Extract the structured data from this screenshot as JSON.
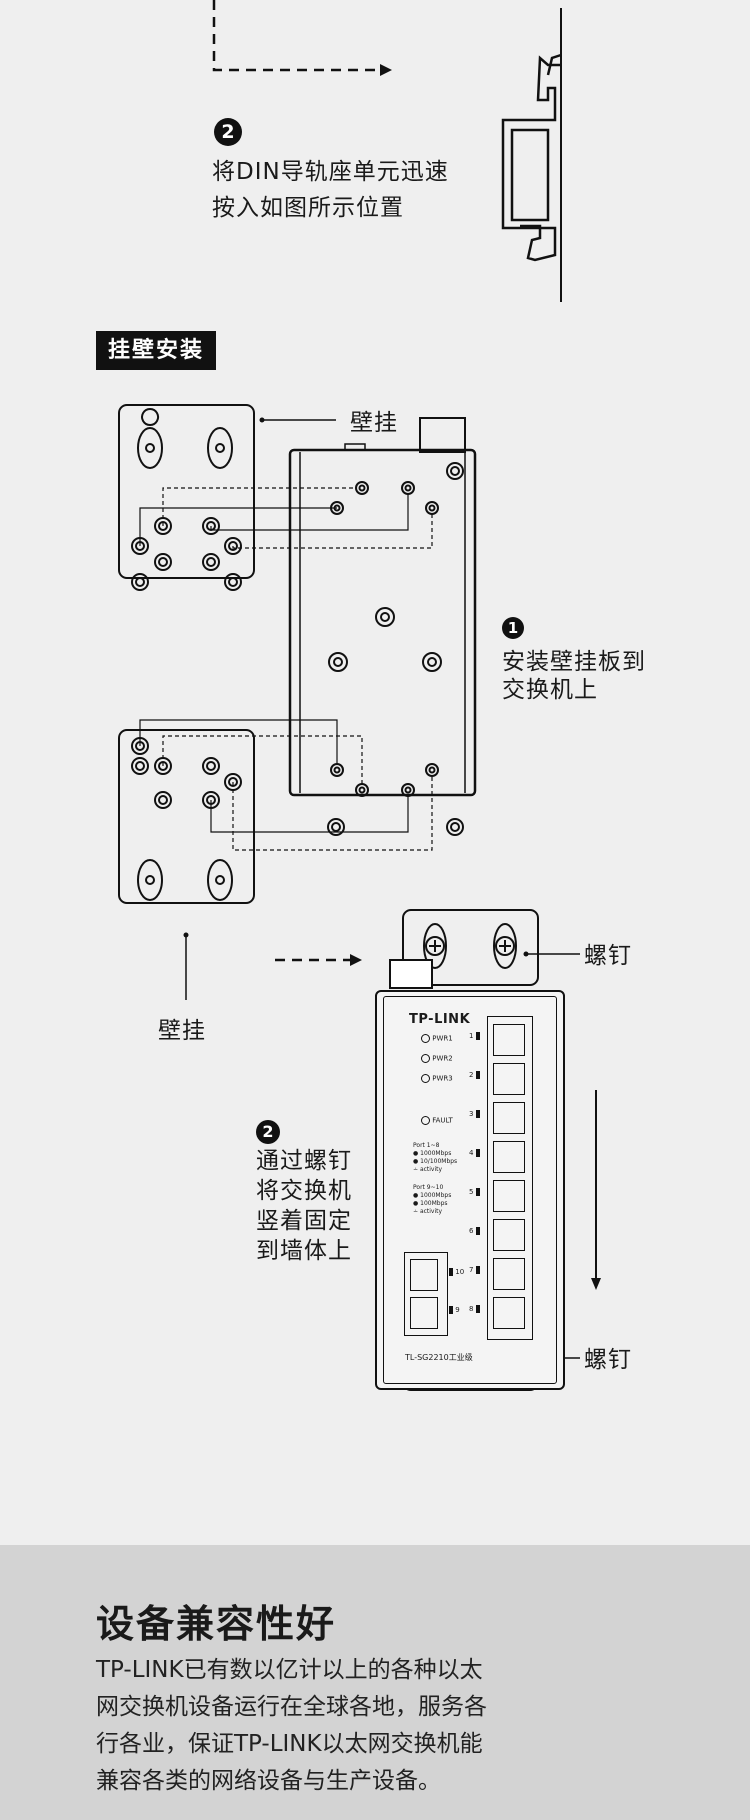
{
  "din_step": {
    "number": "2",
    "lines": [
      "将DIN导轨座单元迅速",
      "按入如图所示位置"
    ]
  },
  "wall_mount": {
    "tag": "挂壁安装",
    "bracket_label_top": "壁挂",
    "bracket_label_bottom": "壁挂",
    "step1": {
      "number": "1",
      "lines": [
        "安装壁挂板到",
        "交换机上"
      ]
    },
    "step2": {
      "number": "2",
      "lines": [
        "通过螺钉",
        "将交换机",
        "竖着固定",
        "到墙体上"
      ]
    },
    "screw_label_top": "螺钉",
    "screw_label_bottom": "螺钉"
  },
  "switch_panel": {
    "brand": "TP-LINK",
    "leds": [
      "PWR1",
      "PWR2",
      "PWR3",
      "FAULT"
    ],
    "port_group_1": {
      "title": "Port 1~8",
      "legend": [
        "1000Mbps",
        "10/100Mbps",
        "activity"
      ]
    },
    "port_group_2": {
      "title": "Port 9~10",
      "legend": [
        "1000Mbps",
        "100Mbps",
        "activity"
      ]
    },
    "rj45_ports": [
      "1",
      "2",
      "3",
      "4",
      "5",
      "6",
      "7",
      "8"
    ],
    "sfp_ports": [
      "10",
      "9"
    ],
    "model": "TL-SG2210工业级"
  },
  "compat": {
    "title": "设备兼容性好",
    "lines": [
      "TP-LINK已有数以亿计以上的各种以太",
      "网交换机设备运行在全球各地，服务各",
      "行各业，保证TP-LINK以太网交换机能",
      "兼容各类的网络设备与生产设备。"
    ]
  }
}
